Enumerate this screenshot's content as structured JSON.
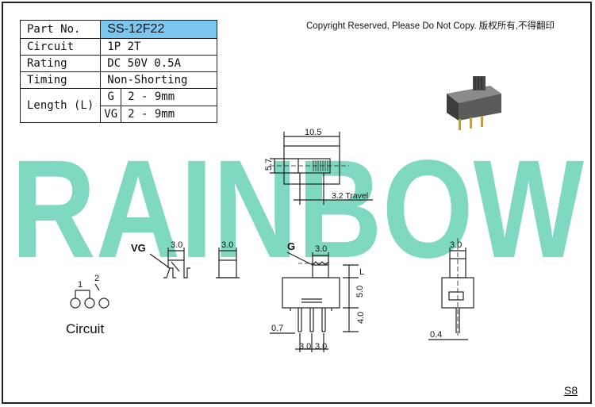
{
  "copyright": "Copyright Reserved, Please Do Not Copy. 版权所有,不得翻印",
  "watermark": "RAINBOW",
  "sheet_id": "S8",
  "spec": {
    "part_no_label": "Part No.",
    "part_no_value": "SS-12F22",
    "circuit_label": "Circuit",
    "circuit_value": "1P 2T",
    "rating_label": "Rating",
    "rating_value": "DC 50V 0.5A",
    "timing_label": "Timing",
    "timing_value": "Non-Shorting",
    "length_label": "Length (L)",
    "g_label": "G",
    "g_value": "2 - 9mm",
    "vg_label": "VG",
    "vg_value": "2 - 9mm"
  },
  "drawing": {
    "top_width": "10.5",
    "top_height": "5.7",
    "travel": "3.2 Travel",
    "vg_label": "VG",
    "vg_dim1": "3.0",
    "vg_dim2": "3.0",
    "g_label": "G",
    "g_dim": "3.0",
    "l_label": "L",
    "body_height": "5.0",
    "pin_length": "4.0",
    "pin_width": "0.7",
    "pitch1": "3.0",
    "pitch2": "3.0",
    "side_width": "3.0",
    "side_pin": "0.4",
    "circuit_pin1": "1",
    "circuit_pin2": "2",
    "circuit_caption": "Circuit"
  },
  "colors": {
    "watermark": "#7fd8c0",
    "header_cell": "#7cc7ef"
  }
}
